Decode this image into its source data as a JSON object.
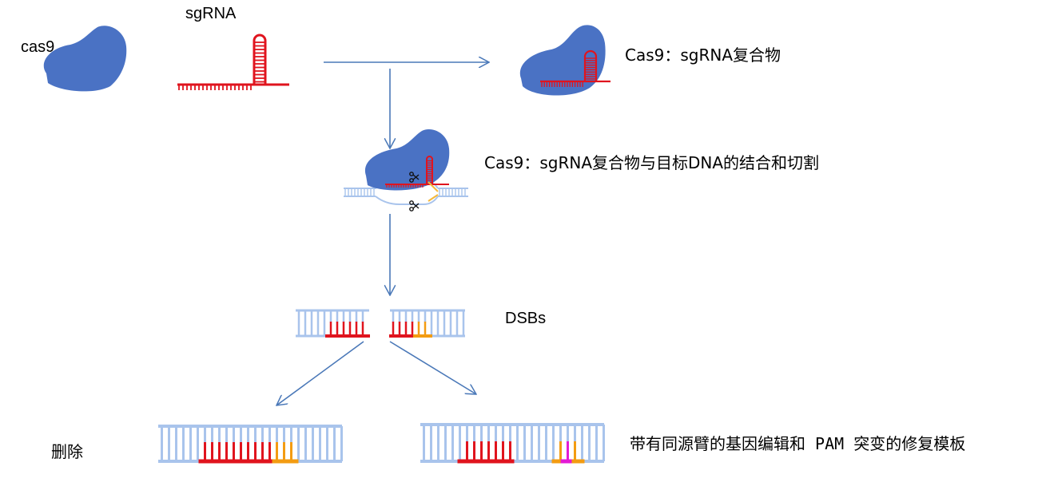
{
  "labels": {
    "cas9": "cas9",
    "sgrna": "sgRNA",
    "complex": "Cas9：sgRNA复合物",
    "binding": "Cas9：sgRNA复合物与目标DNA的结合和切割",
    "dsbs": "DSBs",
    "deletion": "删除",
    "template": "带有同源臂的基因编辑和 PAM 突变的修复模板"
  },
  "colors": {
    "protein": "#4a72c4",
    "rna": "#e0141e",
    "dna": "#a9c4ec",
    "arrow": "#4a78b8",
    "pam": "#f39c12",
    "mutation": "#e31ad5"
  },
  "icons": {
    "scissors": "scissors-icon"
  }
}
